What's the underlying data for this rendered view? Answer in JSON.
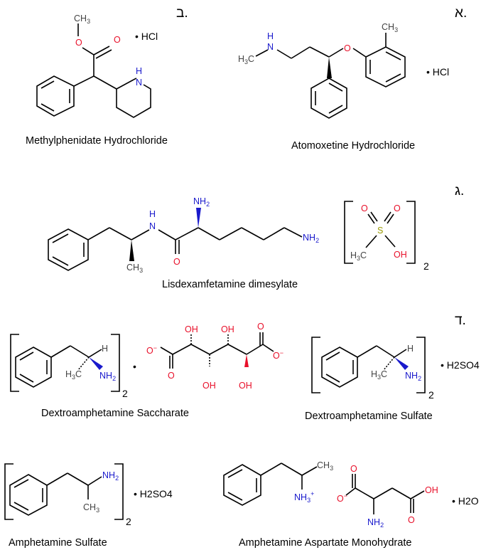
{
  "sections": {
    "bet": "ב.",
    "alef": "א.",
    "gimel": "ג.",
    "dalet": "ד."
  },
  "compounds": {
    "methylphenidate": {
      "name": "Methylphenidate Hydrochloride",
      "salt": "• HCl"
    },
    "atomoxetine": {
      "name": "Atomoxetine Hydrochloride",
      "salt": "• HCl"
    },
    "lisdexamfetamine": {
      "name": "Lisdexamfetamine dimesylate",
      "multiplier": "2"
    },
    "dextro_saccharate": {
      "name": "Dextroamphetamine Saccharate",
      "multiplier": "2",
      "dot": "•"
    },
    "dextro_sulfate": {
      "name": "Dextroamphetamine Sulfate",
      "multiplier": "2",
      "salt": "• H2SO4"
    },
    "amph_sulfate": {
      "name": "Amphetamine Sulfate",
      "multiplier": "2",
      "salt": "• H2SO4"
    },
    "amph_aspartate": {
      "name": "Amphetamine Aspartate Monohydrate",
      "salt": "• H2O"
    }
  },
  "atoms": {
    "oxygen": "O",
    "nitrogen": "N",
    "sulfur": "S",
    "hydrogen": "H",
    "carbon": "C",
    "hydroxyl": "OH",
    "amine": "NH",
    "sub_2": "2",
    "sub_3": "3",
    "charge_neg": "−",
    "charge_pos": "+"
  },
  "colors": {
    "bond": "#000000",
    "oxygen": "#e8102a",
    "nitrogen": "#1a1acc",
    "sulfur": "#999900",
    "carbon_label": "#444444"
  }
}
